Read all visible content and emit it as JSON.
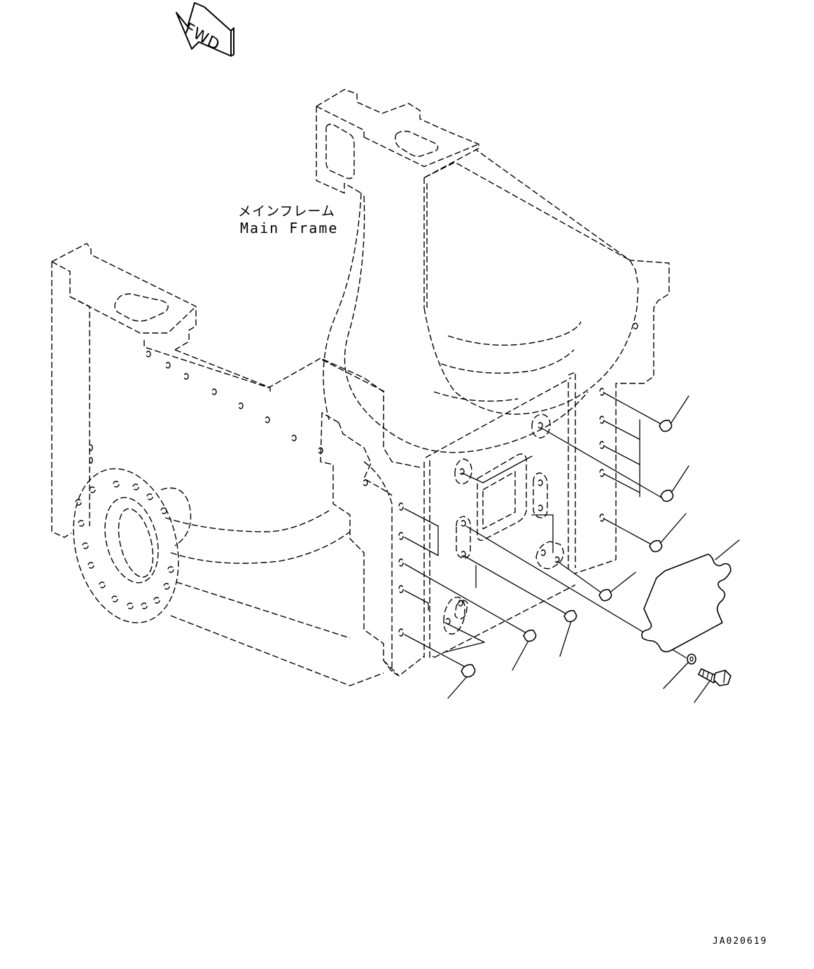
{
  "direction_marker": {
    "text": "FWD",
    "icon": "arrow-left-icon"
  },
  "component_label": {
    "japanese": "メインフレーム",
    "english": "Main Frame"
  },
  "drawing_number": "JA020619"
}
